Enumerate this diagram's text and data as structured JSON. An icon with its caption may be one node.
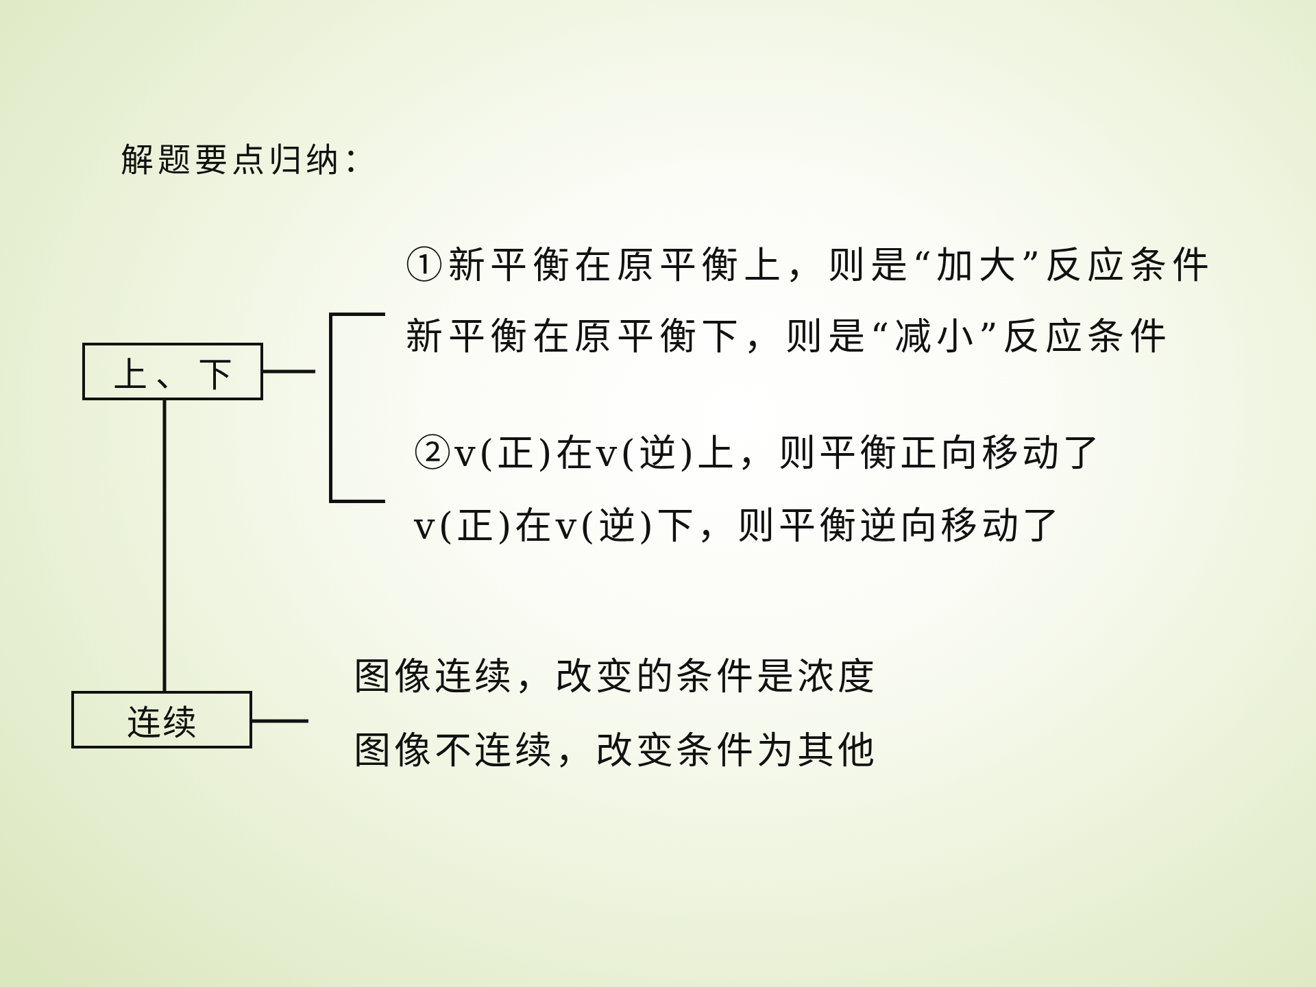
{
  "diagram": {
    "title": "解题要点归纳：",
    "nodes": [
      {
        "text": [
          "上、下"
        ]
      },
      {
        "text": [
          "连续"
        ]
      },
      {
        "text": [
          "①新平衡在原平衡上，则是“加大”反应条件",
          "新平衡在原平衡下，则是“减小”反应条件",
          "②v(正)在v(逆)上，则平衡正向移动了",
          "v(正)在v(逆)下，则平衡逆向移动了"
        ]
      },
      {
        "text": [
          "图像连续，改变的条件是浓度",
          "图像不连续，改变条件为其他"
        ]
      }
    ],
    "edges": [
      {
        "from": 0,
        "to": 1,
        "arrow": "none"
      },
      {
        "from": 0,
        "to": 2,
        "arrow": "none"
      },
      {
        "from": 1,
        "to": 3,
        "arrow": "none"
      }
    ]
  }
}
